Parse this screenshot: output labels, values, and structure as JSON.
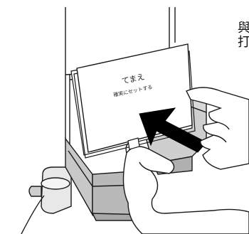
{
  "paper": {
    "title": "てまえ",
    "subtitle": "確実にセットする"
  },
  "clipped_text": {
    "line1": "與",
    "line2": "打"
  },
  "colors": {
    "line": "#1a1a1a",
    "bin_shade": "#d0d0d0",
    "bin_dark": "#9a9a9a",
    "arrow": "#000000",
    "paper": "#ffffff"
  }
}
